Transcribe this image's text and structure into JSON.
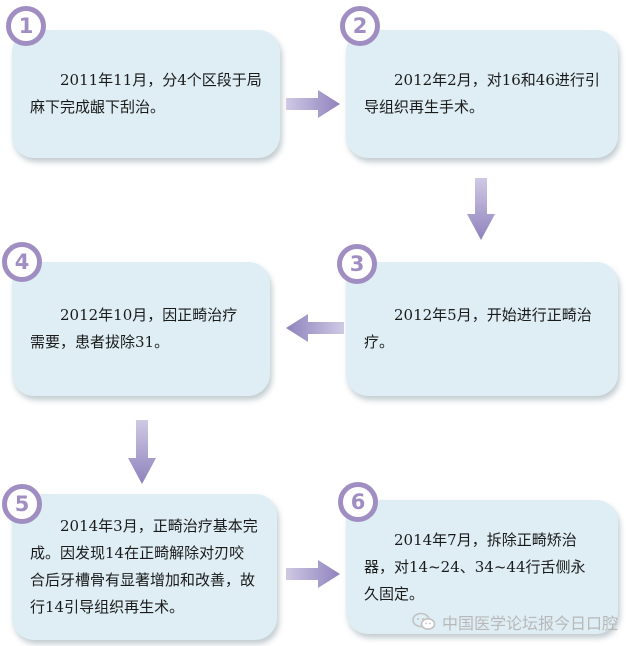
{
  "steps": [
    {
      "number": "1",
      "text": "2011年11月，分4个区段于局麻下完成龈下刮治。"
    },
    {
      "number": "2",
      "text": "2012年2月，对16和46进行引导组织再生手术。"
    },
    {
      "number": "3",
      "text": "2012年5月，开始进行正畸治疗。"
    },
    {
      "number": "4",
      "text": "2012年10月，因正畸治疗需要，患者拔除31。"
    },
    {
      "number": "5",
      "text": "2014年3月，正畸治疗基本完成。因发现14在正畸解除对刃咬合后牙槽骨有显著增加和改善，故行14引导组织再生术。"
    },
    {
      "number": "6",
      "text": "2014年7月，拆除正畸矫治器，对14~24、34~44行舌侧永久固定。"
    }
  ],
  "watermark": {
    "text": "中国医学论坛报今日口腔",
    "icon": "wechat-icon"
  },
  "colors": {
    "box": "#deeef4",
    "accent": "#a08ec2",
    "arrow": "#8f82bd"
  }
}
